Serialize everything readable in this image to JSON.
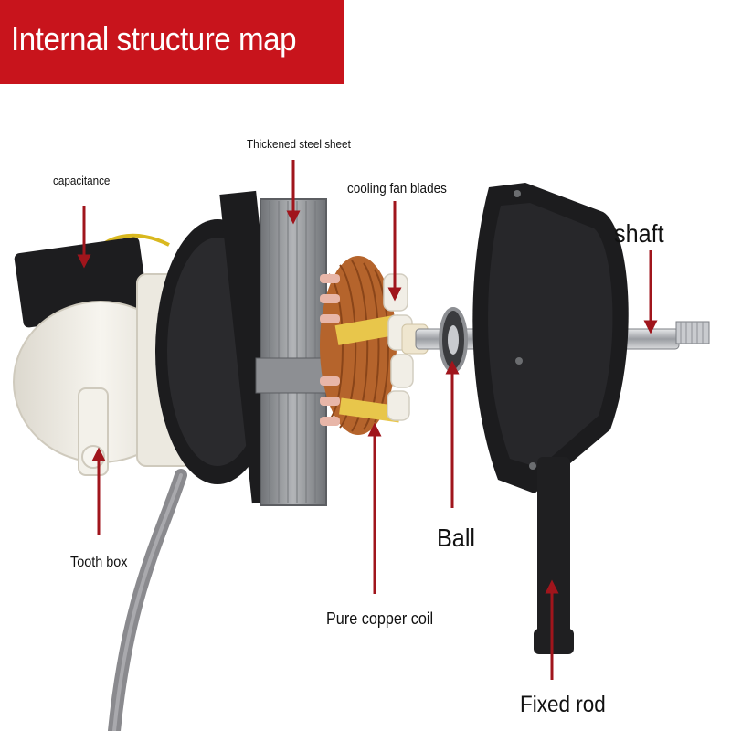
{
  "banner": {
    "title": "Internal structure map"
  },
  "labels": {
    "capacitance": "capacitance",
    "steel_sheet": "Thickened steel sheet",
    "fan_blades": "cooling fan blades",
    "shaft": "shaft",
    "tooth_box": "Tooth box",
    "ball": "Ball",
    "copper_coil": "Pure copper coil",
    "fixed_rod": "Fixed rod"
  },
  "colors": {
    "banner": "#c8141c",
    "arrow": "#a0151c",
    "motor_black": "#1c1c1e",
    "copper": "#b5642c",
    "steel": "#8e9094",
    "plastic": "#efece4",
    "cable": "#8a8a8e"
  }
}
